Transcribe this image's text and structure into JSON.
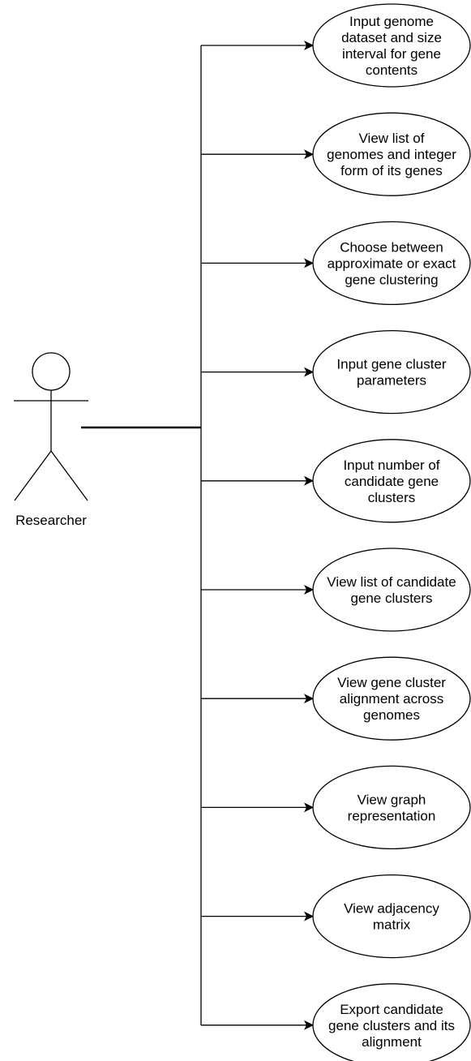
{
  "diagram": {
    "actor": {
      "name": "Researcher"
    },
    "use_cases": [
      {
        "lines": [
          "Input genome",
          "dataset and size",
          "interval for gene",
          "contents"
        ]
      },
      {
        "lines": [
          "View list of",
          "genomes and integer",
          "form of its genes"
        ]
      },
      {
        "lines": [
          "Choose between",
          "approximate or exact",
          "gene clustering"
        ]
      },
      {
        "lines": [
          "Input gene cluster",
          "parameters"
        ]
      },
      {
        "lines": [
          "Input number of",
          "candidate gene",
          "clusters"
        ]
      },
      {
        "lines": [
          "View list of candidate",
          "gene clusters"
        ]
      },
      {
        "lines": [
          "View gene cluster",
          "alignment across",
          "genomes"
        ]
      },
      {
        "lines": [
          "View graph",
          "representation"
        ]
      },
      {
        "lines": [
          "View adjacency",
          "matrix"
        ]
      },
      {
        "lines": [
          "Export candidate",
          "gene clusters and its",
          "alignment"
        ]
      }
    ],
    "colors": {
      "stroke": "#000000",
      "fill": "#ffffff",
      "text": "#000000"
    }
  }
}
